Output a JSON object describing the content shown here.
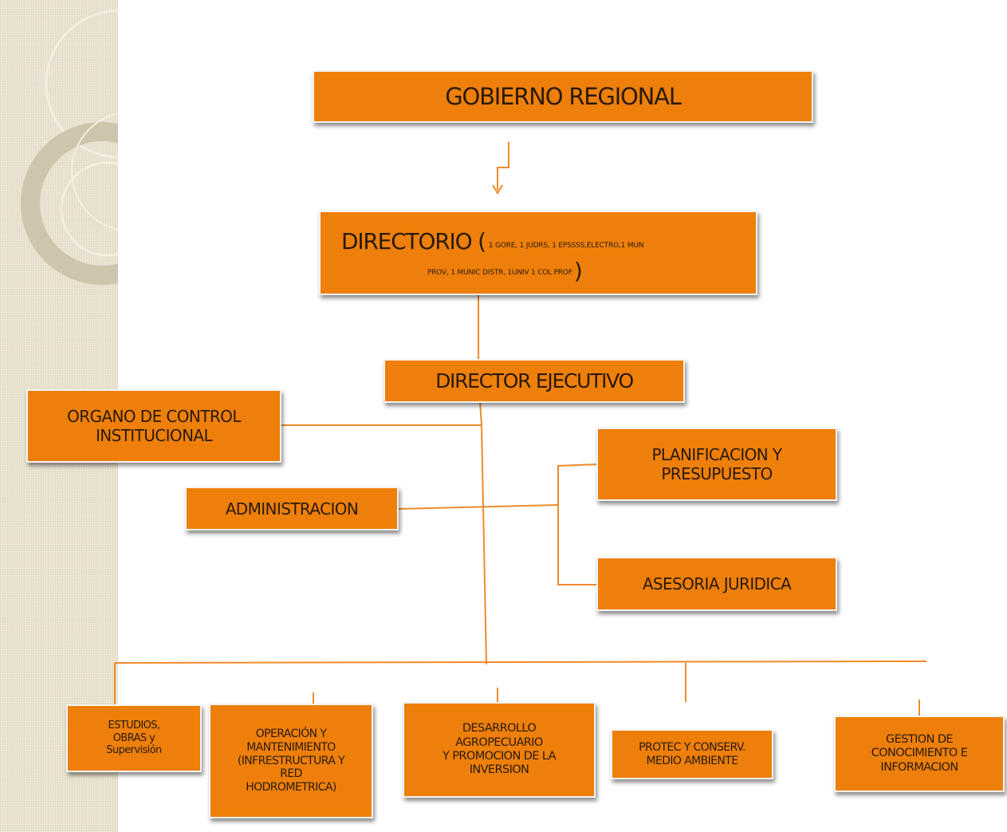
{
  "colors": {
    "box_fill": "#ee7f0a",
    "connector": "#ee8a2a",
    "sidebar": "#e9e2cf",
    "text": "#2a1a0c"
  },
  "nodes": {
    "gobierno_regional": "GOBIERNO  REGIONAL",
    "directorio": {
      "title": "DIRECTORIO (",
      "members_line1": "1 GORE, 1 JUDRS, 1 EPSSSS,ELECTRO,1 MUN",
      "members_line2": "PROV, 1 MUNIC DISTR, 1UNIV 1 COL PROF",
      "close_paren": ")"
    },
    "director_ejecutivo": "DIRECTOR EJECUTIVO",
    "organo_control": "ORGANO  DE CONTROL\nINSTITUCIONAL",
    "planificacion": "PLANIFICACION    Y\nPRESUPUESTO",
    "administracion": "ADMINISTRACION",
    "asesoria_juridica": "ASESORIA  JURIDICA",
    "estudios": "ESTUDIOS,\nOBRAS y\nSupervisión",
    "operacion": "OPERACIÓN Y\nMANTENIMIENTO\n(INFRESTRUCTURA Y\nRED\nHODROMETRICA)",
    "desarrollo": "DESARROLLO\nAGROPECUARIO\nY PROMOCION DE LA\nINVERSION",
    "protec": "PROTEC Y CONSERV.\nMEDIO AMBIENTE",
    "gestion": "GESTION DE\nCONOCIMIENTO E\nINFORMACION"
  }
}
